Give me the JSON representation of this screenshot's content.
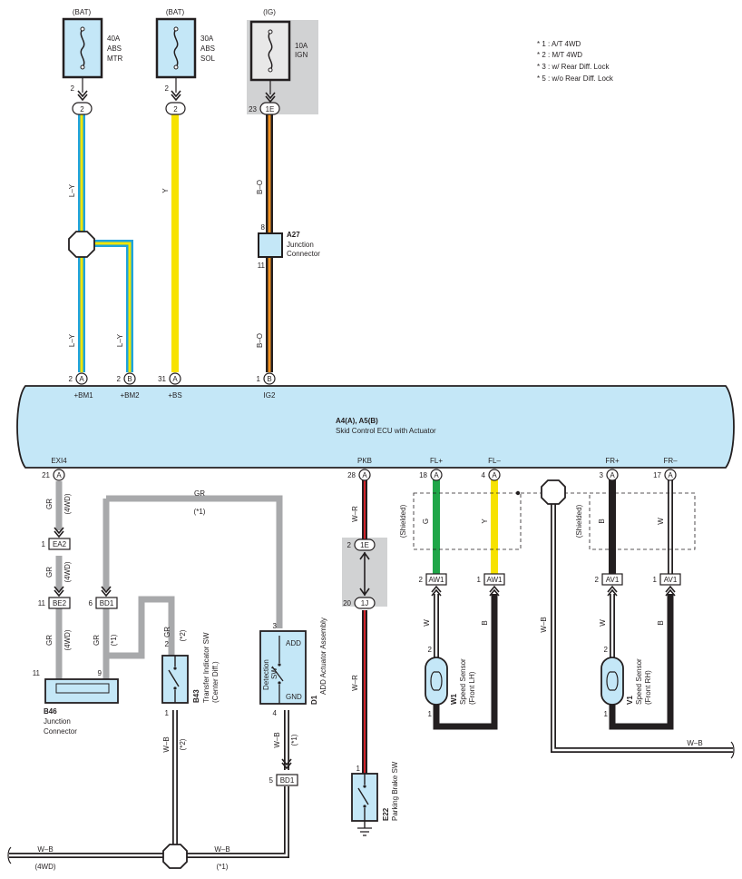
{
  "notes": [
    "* 1 : A/T 4WD",
    "* 2 : M/T 4WD",
    "* 3 : w/ Rear Diff.  Lock",
    "* 5 : w/o Rear Diff.  Lock"
  ],
  "fuses": [
    {
      "source": "(BAT)",
      "amps": "40A",
      "name1": "ABS",
      "name2": "MTR",
      "pin": "2",
      "conn": "2"
    },
    {
      "source": "(BAT)",
      "amps": "30A",
      "name1": "ABS",
      "name2": "SOL",
      "pin": "2",
      "conn": "2"
    },
    {
      "source": "(IG)",
      "amps": "10A",
      "name1": "IGN",
      "pin": "23",
      "conn": "1E"
    }
  ],
  "wires": {
    "ly": "L–Y",
    "y": "Y",
    "bo": "B–O",
    "gr": "GR",
    "wr": "W–R",
    "wb": "W–B",
    "g": "G",
    "yl": "Y",
    "w": "W",
    "b": "B"
  },
  "a27": {
    "id": "A27",
    "line1": "Junction",
    "line2": "Connector",
    "pin_top": "8",
    "pin_bottom": "11"
  },
  "ecu": {
    "title": "A4(A), A5(B)",
    "subtitle": "Skid Control ECU with Actuator",
    "top_pins": [
      {
        "num": "2",
        "conn": "A",
        "label": "+BM1"
      },
      {
        "num": "2",
        "conn": "B",
        "label": "+BM2"
      },
      {
        "num": "31",
        "conn": "A",
        "label": "+BS"
      },
      {
        "num": "1",
        "conn": "B",
        "label": "IG2"
      }
    ],
    "bottom_pins": [
      {
        "num": "21",
        "conn": "A",
        "label": "EXI4"
      },
      {
        "num": "28",
        "conn": "A",
        "label": "PKB"
      },
      {
        "num": "18",
        "conn": "A",
        "label": "FL+"
      },
      {
        "num": "4",
        "conn": "A",
        "label": "FL–"
      },
      {
        "num": "3",
        "conn": "A",
        "label": "FR+"
      },
      {
        "num": "17",
        "conn": "A",
        "label": "FR–"
      }
    ]
  },
  "conditions": {
    "fwd": "(4WD)",
    "s1": "(*1)",
    "s2": "(*2)",
    "shielded": "(Shielded)"
  },
  "connectors": {
    "ea2": {
      "pin": "1",
      "name": "EA2"
    },
    "be2": {
      "pin": "11",
      "name": "BE2"
    },
    "bd1a": {
      "pin": "6",
      "name": "BD1"
    },
    "bd1b": {
      "pin": "5",
      "name": "BD1"
    },
    "e1": {
      "pin": "2",
      "name": "1E"
    },
    "j1": {
      "pin": "20",
      "name": "1J"
    },
    "aw1a": {
      "pin": "2",
      "name": "AW1"
    },
    "aw1b": {
      "pin": "1",
      "name": "AW1"
    },
    "av1a": {
      "pin": "2",
      "name": "AV1"
    },
    "av1b": {
      "pin": "1",
      "name": "AV1"
    }
  },
  "b46": {
    "id": "B46",
    "line1": "Junction",
    "line2": "Connector",
    "pin_left": "11",
    "pin_right": "9"
  },
  "b43": {
    "id": "B43",
    "line1": "Transfer Indicator SW",
    "line2": "(Center Diff.)",
    "pin_top": "2",
    "pin_bottom": "1"
  },
  "d1": {
    "id": "D1",
    "name": "ADD Actuator Assembly",
    "sw1": "Detection",
    "sw2": "SW",
    "add": "ADD",
    "gnd": "GND",
    "pin_top": "3",
    "pin_bottom": "4"
  },
  "e22": {
    "id": "E22",
    "name": "Parking Brake SW",
    "pin": "1"
  },
  "w1": {
    "id": "W1",
    "line1": "Speed Sensor",
    "line2": "(Front LH)",
    "pin_top": "2",
    "pin_bottom": "1"
  },
  "v1": {
    "id": "V1",
    "line1": "Speed Sensor",
    "line2": "(Front RH)",
    "pin_top": "2",
    "pin_bottom": "1"
  },
  "colors": {
    "ly_outer": "#1ea3dc",
    "ly_inner": "#f2e500",
    "yellow": "#f7e200",
    "orange": "#f29222",
    "gray": "#a8a9ab",
    "green": "#1fa648",
    "red": "#d2232a",
    "black": "#231f20",
    "ecu_fill": "#c4e7f7",
    "shade": "#d1d2d3"
  }
}
